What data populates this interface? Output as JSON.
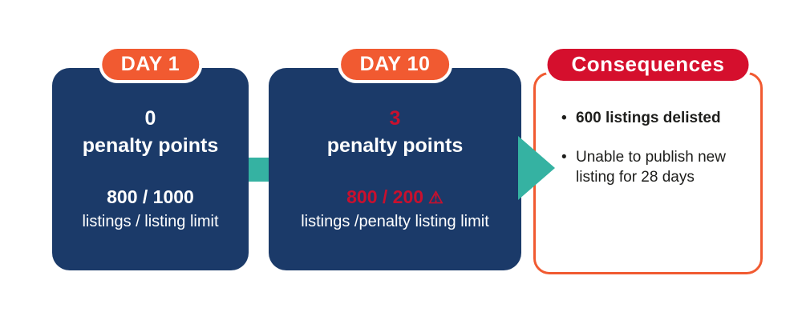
{
  "colors": {
    "navy": "#1b3a69",
    "orange": "#f15a31",
    "teal": "#35b2a2",
    "red": "#d50f2d",
    "red_text": "#c8102e",
    "white": "#ffffff",
    "dark_text": "#1d1d1b"
  },
  "cards": [
    {
      "badge": "DAY 1",
      "points_value": "0",
      "points_label": "penalty points",
      "listings_value": "800 / 1000",
      "listings_label": "listings / listing limit"
    },
    {
      "badge": "DAY 10",
      "points_value": "3",
      "points_label": "penalty points",
      "listings_value": "800 / 200",
      "warning_icon": "⚠",
      "listings_label": "listings /penalty listing limit"
    }
  ],
  "consequences": {
    "badge": "Consequences",
    "bullets": [
      "600 listings delisted",
      "Unable to publish new listing for 28 days"
    ]
  }
}
